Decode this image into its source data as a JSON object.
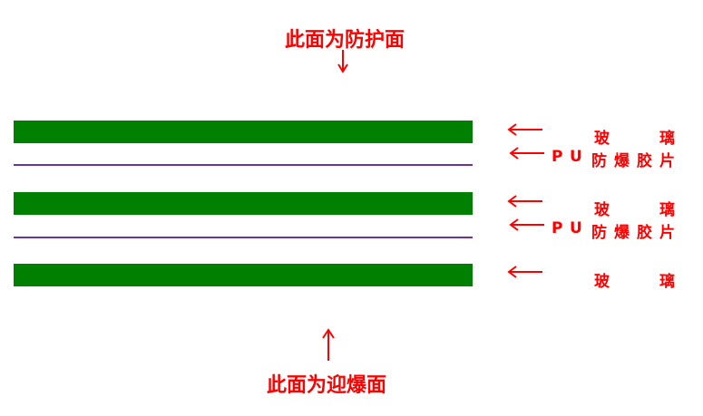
{
  "top_label": "此面为防护面",
  "bottom_label": "此面为迎爆面",
  "layers": [
    {
      "type": "glass",
      "label": "玻 璃",
      "chars": [
        "玻",
        "璃"
      ]
    },
    {
      "type": "film",
      "label": "PU 防爆胶片",
      "chars": [
        "P",
        "U",
        "防",
        "爆",
        "胶",
        "片"
      ]
    },
    {
      "type": "glass",
      "label": "玻 璃",
      "chars": [
        "玻",
        "璃"
      ]
    },
    {
      "type": "film",
      "label": "PU 防爆胶片",
      "chars": [
        "P",
        "U",
        "防",
        "爆",
        "胶",
        "片"
      ]
    },
    {
      "type": "glass",
      "label": "玻 璃",
      "chars": [
        "玻",
        "璃"
      ]
    }
  ],
  "colors": {
    "glass": "#008000",
    "film": "#7030a0",
    "text": "#ff0000"
  }
}
